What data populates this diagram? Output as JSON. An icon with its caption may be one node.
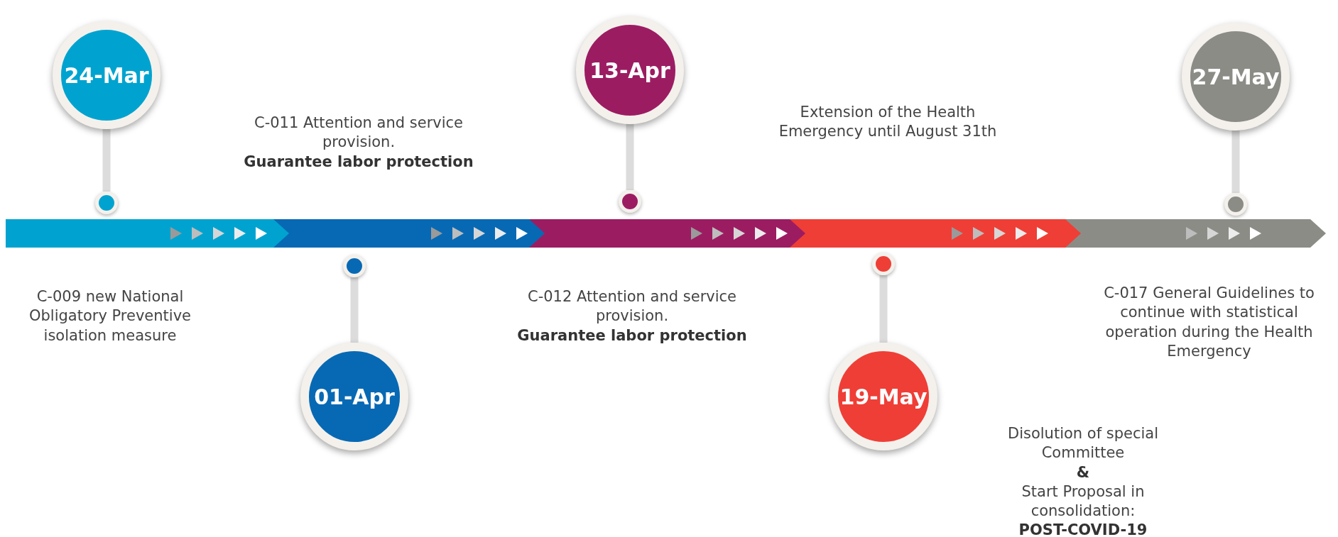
{
  "diagram": {
    "nodes": [
      {
        "text": [
          "24-Mar"
        ]
      },
      {
        "text": [],
        "shape": "circle"
      },
      {
        "text": [
          "01-Apr"
        ]
      },
      {
        "text": [],
        "shape": "circle"
      },
      {
        "text": [
          "13-Apr"
        ]
      },
      {
        "text": [],
        "shape": "circle"
      },
      {
        "text": [
          "19-May"
        ]
      },
      {
        "text": [],
        "shape": "circle"
      },
      {
        "text": [
          "27-May"
        ]
      },
      {
        "text": [],
        "shape": "circle"
      }
    ],
    "edges": [
      {
        "from": 0,
        "to": 1,
        "arrow": "none"
      },
      {
        "from": 2,
        "to": 3,
        "arrow": "none"
      },
      {
        "from": 4,
        "to": 5,
        "arrow": "none"
      },
      {
        "from": 6,
        "to": 7,
        "arrow": "none"
      },
      {
        "from": 8,
        "to": 9,
        "arrow": "none"
      }
    ],
    "labels": [
      "C-011 Attention and service provision. **Guarantee labor protection**",
      "Extension of the Health Emergency until August 31th",
      "C-009 new National Obligatory Preventive isolation measure",
      "C-012 Attention and service provision. **Guarantee labor protection**",
      "C-017 General Guidelines to continue with statistical operation during the Health Emergency",
      "Disolution of special Committee **&** Start Proposal in consolidation: **POST-COVID-19**"
    ]
  }
}
